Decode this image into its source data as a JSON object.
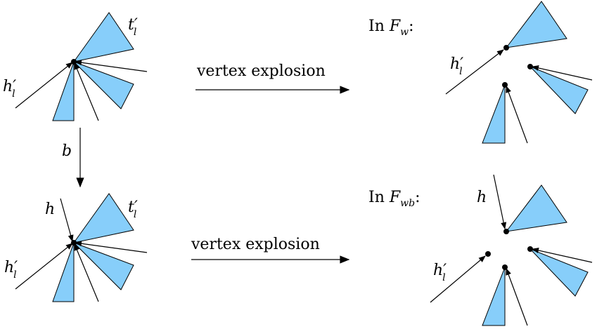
{
  "labels": {
    "t_top": "t",
    "t_top_sub": "l",
    "t_top_prime": "′",
    "h_top": "h",
    "h_top_sub": "l",
    "h_top_prime": "′",
    "b_arrow": "b",
    "h_bottom_plain": "h",
    "t_bottom": "t",
    "t_bottom_sub": "l",
    "t_bottom_prime": "′",
    "h_bottom": "h",
    "h_bottom_sub": "l",
    "h_bottom_prime": "′",
    "explosion_top": "vertex explosion",
    "explosion_bottom": "vertex explosion",
    "in_fw_prefix": "In ",
    "in_fw_F": "F",
    "in_fw_sub": "w",
    "in_fw_suffix": ":",
    "in_fwb_prefix": "In ",
    "in_fwb_F": "F",
    "in_fwb_sub": "wb",
    "in_fwb_suffix": ":",
    "h_right_plain": "h",
    "h_right": "h",
    "h_right_sub": "l",
    "h_right_prime": "′",
    "h_fw": "h",
    "h_fw_sub": "l",
    "h_fw_prime": "′"
  },
  "colors": {
    "wedge_fill": "#87cefa",
    "stroke": "#000000"
  }
}
